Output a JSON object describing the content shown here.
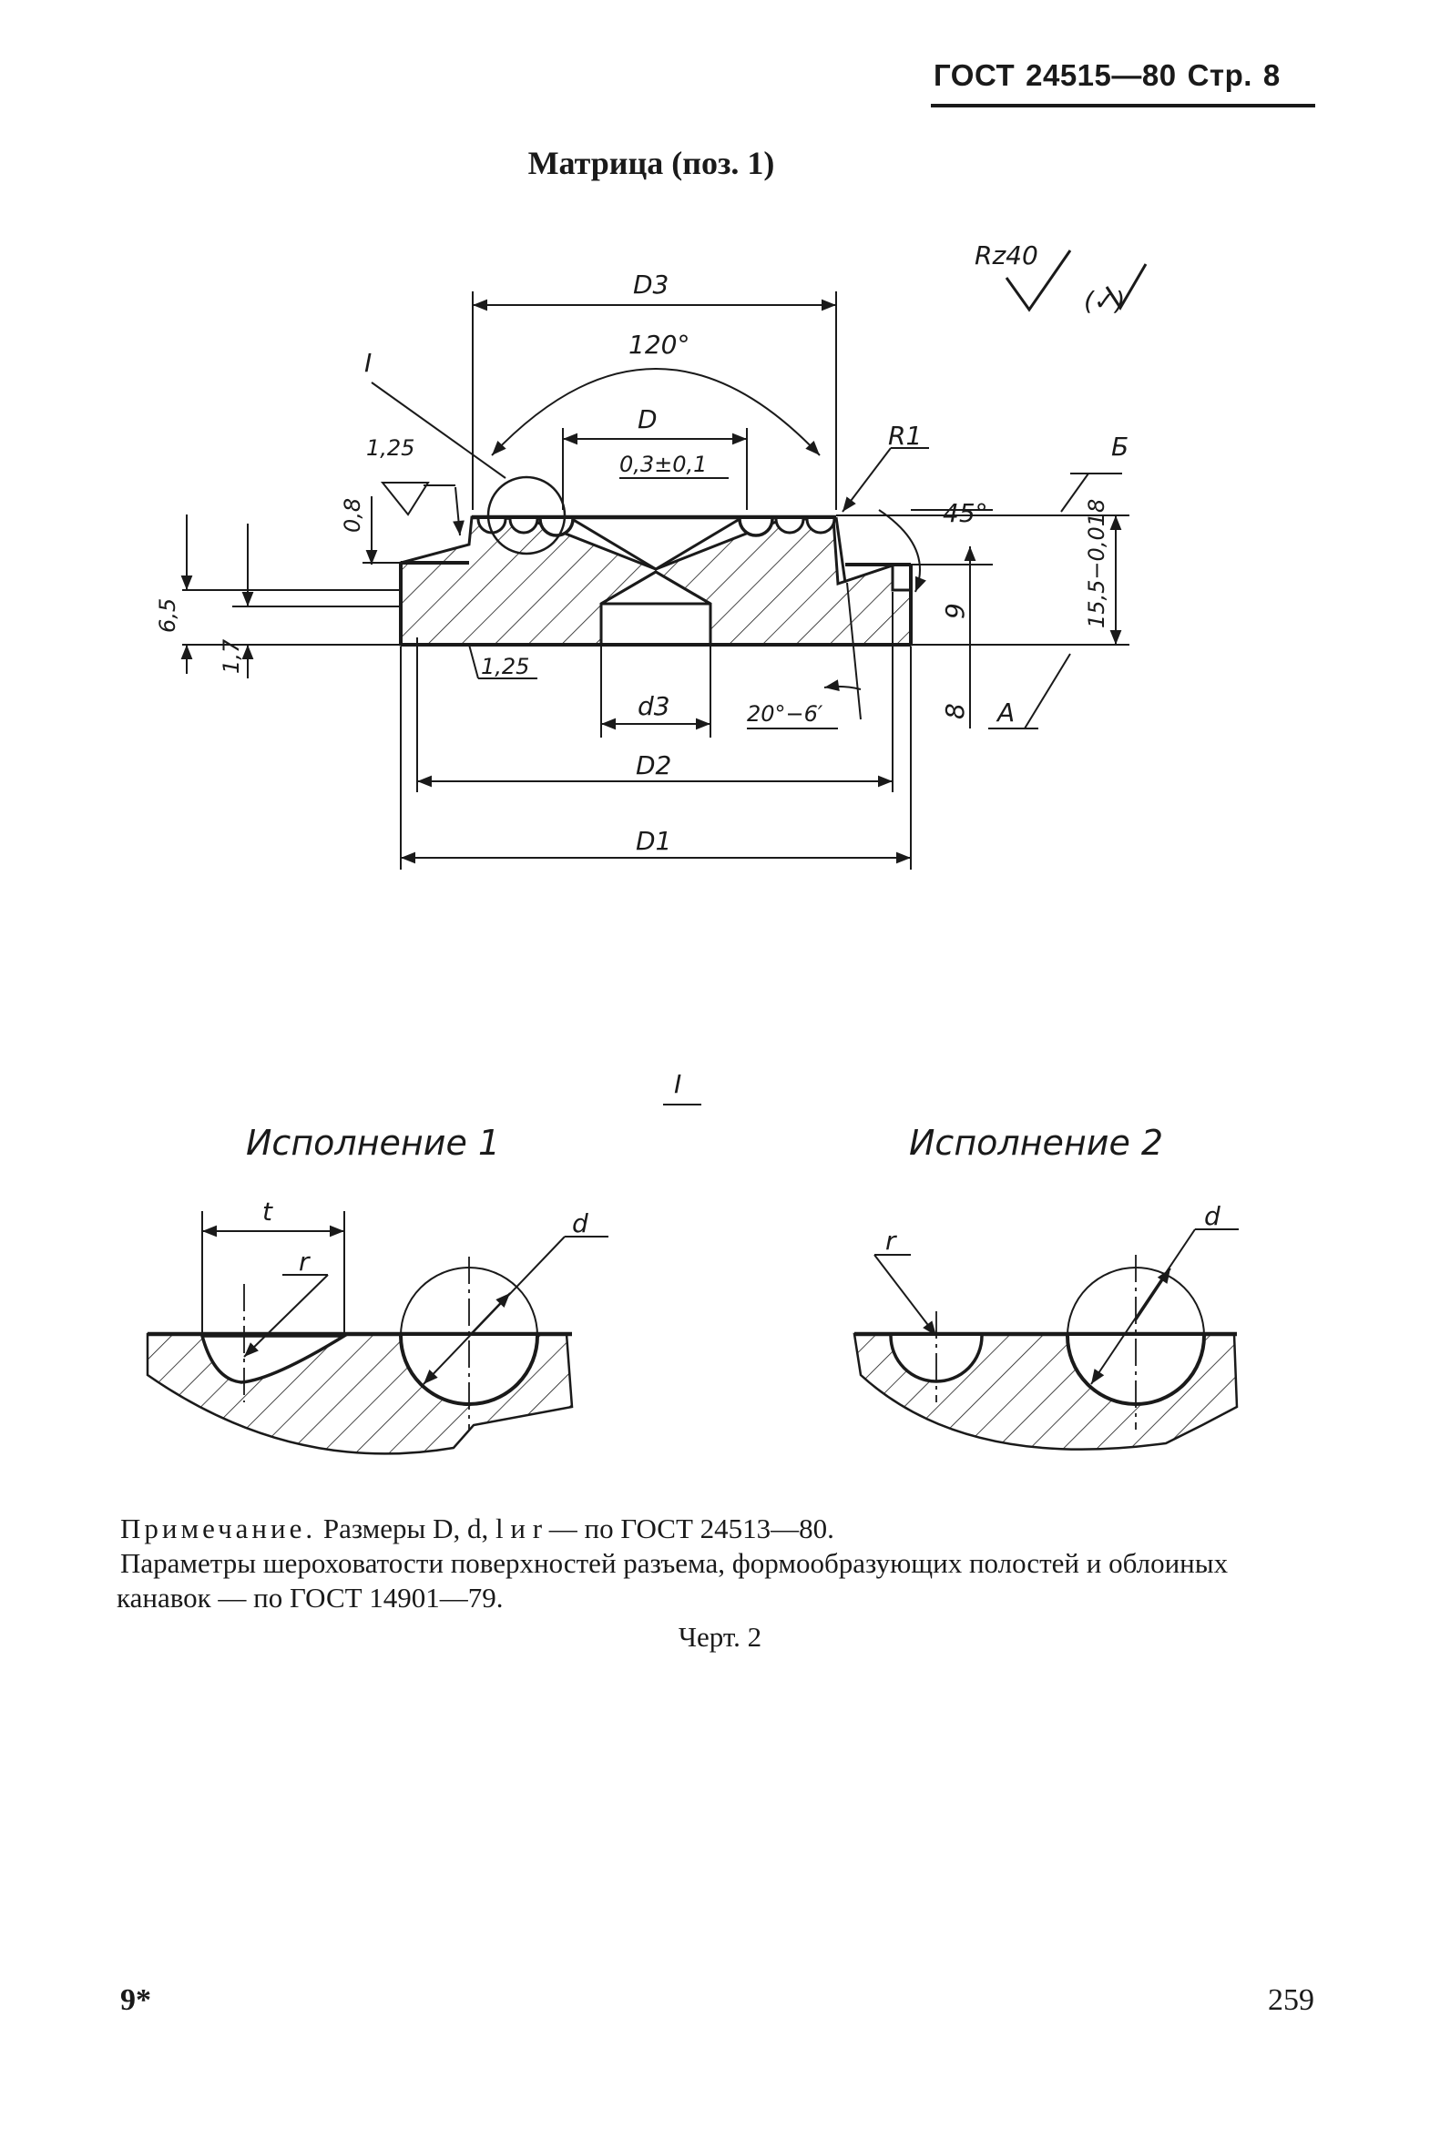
{
  "header": {
    "standard": "ГОСТ",
    "number": "24515—80",
    "page_label": "Стр.",
    "page_no": "8"
  },
  "title": "Матрица (поз. 1)",
  "drawing": {
    "roughness_symbol": "Rz40",
    "roughness_paren": "(✓)",
    "dims": {
      "D3": "D3",
      "angle_120": "120°",
      "detail_ref": "I",
      "roughness_125_top": "1,25",
      "D": "D",
      "groove": "0,3±0,1",
      "R1": "R1",
      "B": "Б",
      "angle_45": "45°",
      "h08": "0,8",
      "h65": "6,5",
      "h17": "1,7",
      "h9": "9",
      "h155": "15,5−0,018",
      "roughness_125_bottom": "1,25",
      "d3": "d3",
      "angle_20": "20°−6′",
      "h8": "8",
      "A": "А",
      "D2": "D2",
      "D1": "D1"
    },
    "detail": {
      "label": "I",
      "variant1": "Исполнение 1",
      "variant2": "Исполнение 2",
      "t": "t",
      "r1": "r",
      "d1": "d",
      "r2": "r",
      "d2": "d"
    }
  },
  "note": {
    "line1_label": "Примечание.",
    "line1_text": "Размеры D, d, l и r — по ГОСТ 24513—80.",
    "line2": "Параметры шероховатости поверхностей разъема, формообразующих полостей и облоиных канавок — по ГОСТ 14901—79."
  },
  "figure_caption": "Черт. 2",
  "footer": {
    "left": "9*",
    "right": "259"
  }
}
